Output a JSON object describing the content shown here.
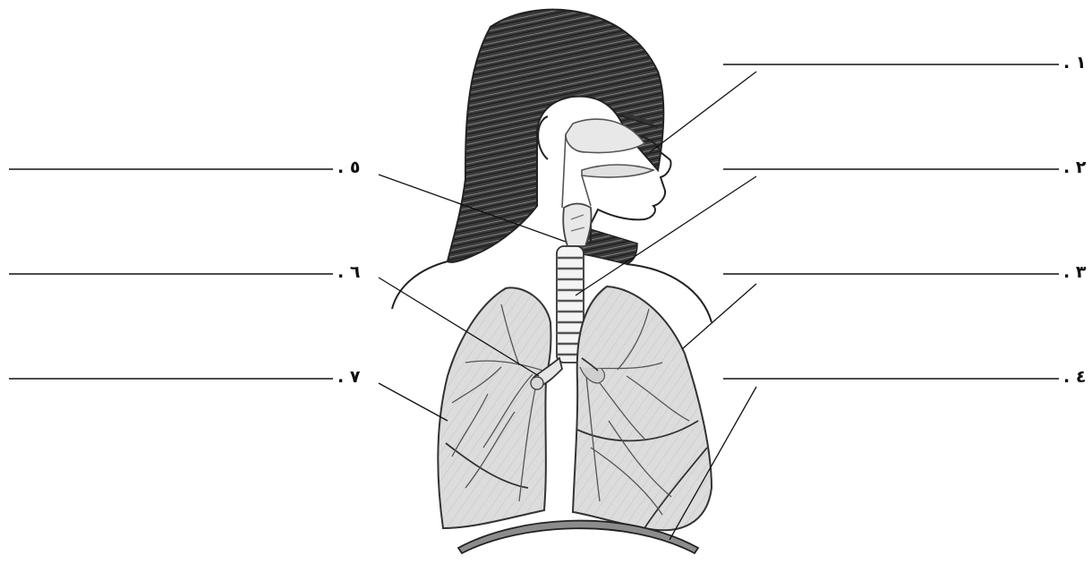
{
  "diagram": {
    "subject": "human respiratory system",
    "labels": [
      {
        "id": "1",
        "number": ". ١",
        "points_to": "nose"
      },
      {
        "id": "2",
        "number": ". ٢",
        "points_to": "trachea"
      },
      {
        "id": "3",
        "number": ". ٣",
        "points_to": "lung"
      },
      {
        "id": "4",
        "number": ". ٤",
        "points_to": "diaphragm"
      },
      {
        "id": "5",
        "number": ". ٥",
        "points_to": "larynx"
      },
      {
        "id": "6",
        "number": ". ٦",
        "points_to": "bronchus"
      },
      {
        "id": "7",
        "number": ". ٧",
        "points_to": "bronchioles"
      }
    ],
    "answer_blanks": [
      "",
      "",
      "",
      "",
      "",
      "",
      ""
    ]
  }
}
